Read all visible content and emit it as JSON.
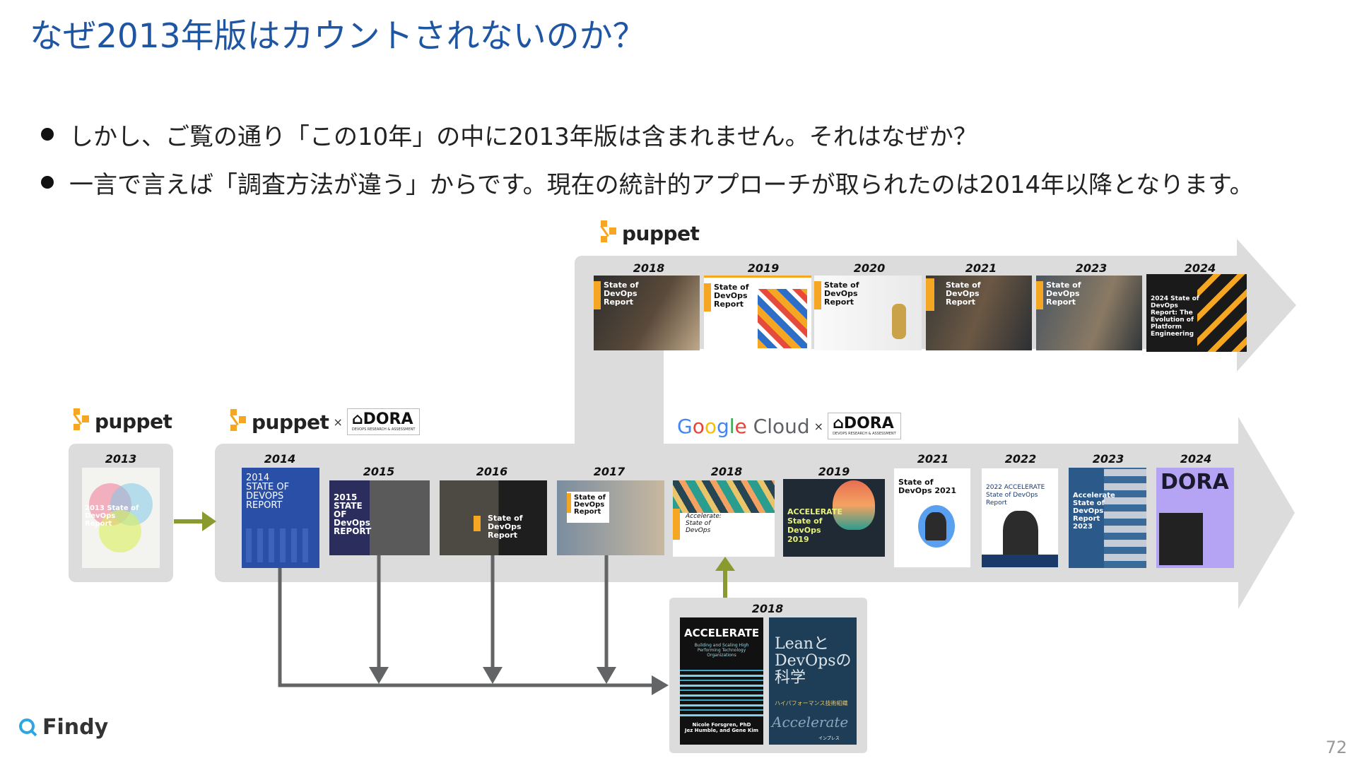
{
  "title": "なぜ2013年版はカウントされないのか？",
  "bullets": [
    "しかし、ご覧の通り「この10年」の中に2013年版は含まれません。それはなぜか？",
    "一言で言えば「調査方法が違う」からです。現在の統計的アプローチが取られたのは2014年以降となります。"
  ],
  "logos": {
    "puppet": "puppet",
    "times": "×",
    "dora": "DORA",
    "dora_sub": "DEVOPS RESEARCH & ASSESSMENT",
    "google_cloud": [
      "G",
      "o",
      "o",
      "g",
      "l",
      "e"
    ],
    "cloud": " Cloud"
  },
  "colors": {
    "band": "#dcdcdc",
    "arrow_green": "#8a9a2e",
    "arrow_grey": "#636466",
    "title_blue": "#1f56a3",
    "puppet_orange": "#f5a623",
    "google": [
      "#4285f4",
      "#ea4335",
      "#fbbc05",
      "#4285f4",
      "#34a853",
      "#ea4335"
    ]
  },
  "puppet_only": {
    "years": [
      "2018",
      "2019",
      "2020",
      "2021",
      "2023",
      "2024"
    ],
    "covers": [
      "State of DevOps Report",
      "State of DevOps Report",
      "State of DevOps Report",
      "State of DevOps Report",
      "State of DevOps Report",
      "2024 State of DevOps Report: The Evolution of Platform Engineering"
    ]
  },
  "early": {
    "year": "2013",
    "cover": "2013 State of DevOps Report"
  },
  "main": {
    "years": [
      "2014",
      "2015",
      "2016",
      "2017",
      "2018",
      "2019",
      "2021",
      "2022",
      "2023",
      "2024"
    ],
    "covers": [
      "2014 STATE OF DEVOPS REPORT",
      "2015 STATE OF DevOps REPORT",
      "State of DevOps Report",
      "State of DevOps Report",
      "Accelerate: State of DevOps",
      "ACCELERATE State of DevOps 2019",
      "State of DevOps 2021",
      "2022 ACCELERATE State of DevOps Report",
      "Accelerate State of DevOps Report 2023",
      "DORA"
    ]
  },
  "books": {
    "year": "2018",
    "accelerate_title": "ACCELERATE",
    "accelerate_sub": "Building and Scaling High Performing Technology Organizations",
    "accelerate_authors": "Nicole Forsgren, PhD\nJez Humble, and Gene Kim",
    "lean_title": "LeanとDevOpsの科学",
    "lean_sub": "ハイパフォーマンス技術組織",
    "lean_footer": "Accelerate",
    "lean_publisher": "インプレス"
  },
  "footer": {
    "brand": "Findy",
    "page": "72"
  }
}
